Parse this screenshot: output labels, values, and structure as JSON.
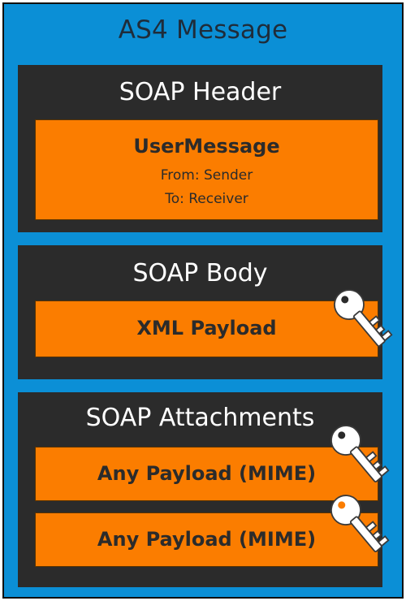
{
  "message": {
    "title": "AS4 Message"
  },
  "header": {
    "title": "SOAP Header",
    "user_message": {
      "title": "UserMessage",
      "from": "From: Sender",
      "to": "To: Receiver"
    }
  },
  "body": {
    "title": "SOAP Body",
    "payload": "XML Payload"
  },
  "attachments": {
    "title": "SOAP Attachments",
    "payloads": [
      "Any Payload (MIME)",
      "Any Payload (MIME)"
    ]
  },
  "icons": {
    "key": "key-icon"
  },
  "colors": {
    "outer": "#0b8fd6",
    "section": "#2b2b2b",
    "payload": "#fb7d00",
    "key": "#ffffff"
  }
}
